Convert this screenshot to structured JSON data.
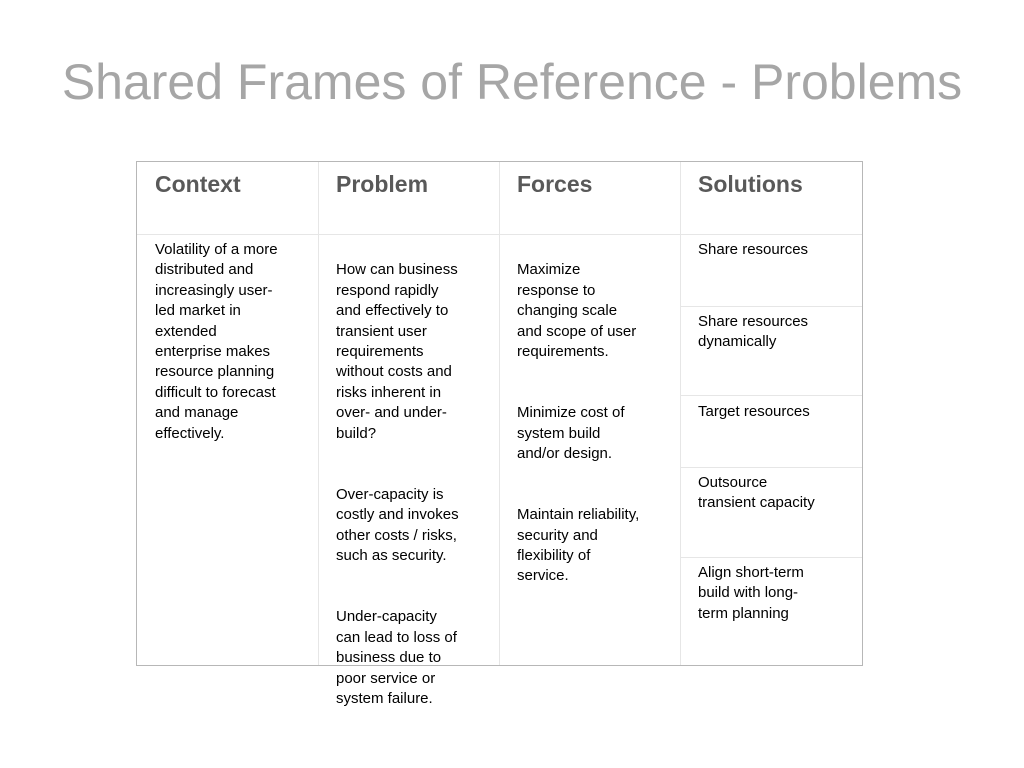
{
  "slide": {
    "title": "Shared Frames of Reference - Problems"
  },
  "table": {
    "headers": {
      "context": "Context",
      "problem": "Problem",
      "forces": "Forces",
      "solutions": "Solutions"
    },
    "context": "Volatility of a more\ndistributed and\nincreasingly user-\nled market in\nextended\nenterprise makes\nresource planning\ndifficult to forecast\nand manage\neffectively.",
    "problem": [
      "How can business\nrespond rapidly\nand effectively to\ntransient user\nrequirements\nwithout costs and\nrisks inherent in\nover- and under-\nbuild?",
      "Over-capacity is\ncostly and invokes\nother costs / risks,\nsuch as security.",
      "Under-capacity\ncan lead to loss of\nbusiness due to\npoor service or\nsystem failure."
    ],
    "forces": [
      "Maximize\nresponse to\nchanging scale\nand scope of user\nrequirements.",
      "Minimize cost of\nsystem build\nand/or design.",
      "Maintain reliability,\nsecurity and\nflexibility of\nservice."
    ],
    "solutions": [
      "Share resources",
      "Share resources\ndynamically",
      "Target resources",
      "Outsource\ntransient capacity",
      "Align short-term\nbuild with long-\nterm planning"
    ]
  },
  "colors": {
    "title": "#a6a6a6",
    "header_text": "#595959",
    "outer_border": "#b7b7b7",
    "inner_border": "#e6e6e6"
  }
}
